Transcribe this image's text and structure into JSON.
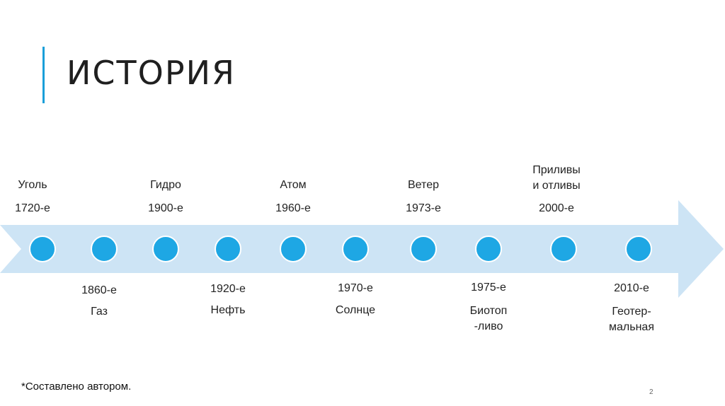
{
  "slide": {
    "title": "ИСТОРИЯ",
    "footnote": "*Составлено автором.",
    "page_number": "2",
    "colors": {
      "accent": "#1a9fd9",
      "arrow_fill": "#cde4f5",
      "node_fill": "#1ea7e4",
      "node_stroke": "#ffffff"
    }
  },
  "timeline": {
    "above": [
      {
        "name": "Уголь",
        "year": "1720-е"
      },
      {
        "name": "Гидро",
        "year": "1900-е"
      },
      {
        "name": "Атом",
        "year": "1960-е"
      },
      {
        "name": "Ветер",
        "year": "1973-е"
      },
      {
        "name": "Приливы\nи отливы",
        "year": "2000-е"
      }
    ],
    "below": [
      {
        "year": "1860-е",
        "name": "Газ"
      },
      {
        "year": "1920-е",
        "name": "Нефть"
      },
      {
        "year": "1970-е",
        "name": "Солнце"
      },
      {
        "year": "1975-е",
        "name": "Биотоп\n-ливо"
      },
      {
        "year": "2010-е",
        "name": "Геотер-\nмальная"
      }
    ]
  }
}
